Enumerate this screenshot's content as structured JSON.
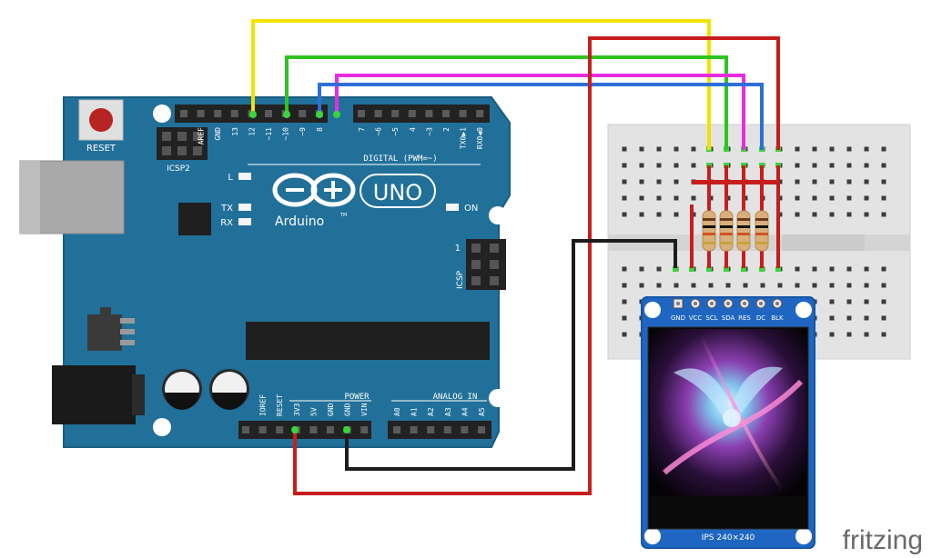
{
  "board": {
    "reset_label": "RESET",
    "icsp2_label": "ICSP2",
    "icsp_label": "ICSP",
    "icsp_pin1": "1",
    "led_l": "L",
    "led_tx": "TX",
    "led_rx": "RX",
    "led_on": "ON",
    "brand_name": "Arduino",
    "trademark": "TM",
    "model": "UNO",
    "digital_header": "DIGITAL (PWM=~)",
    "power_header": "POWER",
    "analog_header": "ANALOG IN",
    "digital_pins": [
      "AREF",
      "GND",
      "13",
      "12",
      "~11",
      "~10",
      "~9",
      "8",
      "7",
      "~6",
      "~5",
      "4",
      "~3",
      "2",
      "TX0▶1",
      "RX0◀0"
    ],
    "power_pins": [
      "IOREF",
      "RESET",
      "3V3",
      "5V",
      "GND",
      "GND",
      "VIN"
    ],
    "analog_pins": [
      "A0",
      "A1",
      "A2",
      "A3",
      "A4",
      "A5"
    ]
  },
  "display": {
    "pins": [
      "GND",
      "VCC",
      "SCL",
      "SDA",
      "RES",
      "DC",
      "BLK"
    ],
    "caption": "IPS 240×240"
  },
  "watermark": "fritzing",
  "colors": {
    "board": "#21709a",
    "board_edge": "#1a5d82",
    "wire_red": "#c81d1d",
    "wire_black": "#1d1d1d",
    "wire_yellow": "#f2e200",
    "wire_green": "#2fc41f",
    "wire_magenta": "#e82ce0",
    "wire_blue": "#2d6fd8",
    "breadboard": "#e3e3e3",
    "tft_pcb": "#1e66c2"
  }
}
